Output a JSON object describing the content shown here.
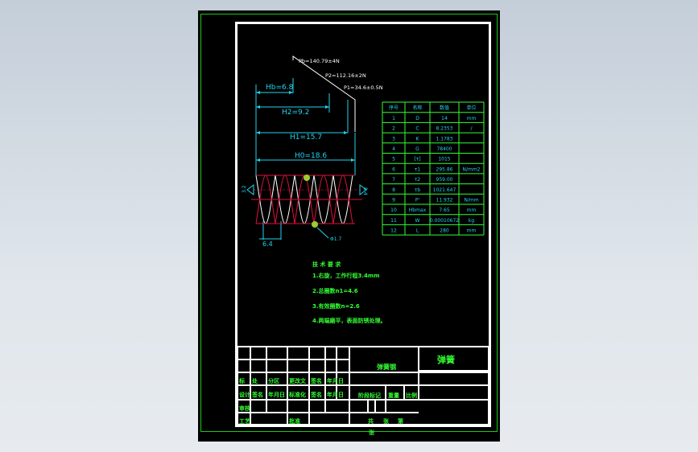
{
  "dimensions": {
    "hb": "Hb=6.8",
    "h2": "H2=9.2",
    "h1": "H1=15.7",
    "h0": "H0=18.6",
    "pb": "Pb=140.79±4N",
    "p2": "P2=112.16±2N",
    "p1": "P1=34.6±0.5N",
    "pitch": "6.4",
    "wire": "Φ1.7",
    "left_end": "3.2",
    "right_end": "8.4"
  },
  "table": {
    "headers": [
      "序号",
      "名称",
      "数值",
      "单位"
    ],
    "rows": [
      [
        "1",
        "D",
        "14",
        "mm"
      ],
      [
        "2",
        "C",
        "8.2353",
        "/"
      ],
      [
        "3",
        "K",
        "1.1783",
        ""
      ],
      [
        "4",
        "G",
        "78400",
        ""
      ],
      [
        "5",
        "[τ]",
        "1015",
        ""
      ],
      [
        "6",
        "τ1",
        "295.86",
        "N/mm2"
      ],
      [
        "7",
        "τ2",
        "959.00",
        ""
      ],
      [
        "8",
        "τb",
        "1021.647",
        ""
      ],
      [
        "9",
        "P'",
        "11.932",
        "N/mm"
      ],
      [
        "10",
        "Hbmax",
        "7.65",
        "mm"
      ],
      [
        "11",
        "W",
        "0.00010672",
        "kg"
      ],
      [
        "12",
        "L",
        "280",
        "mm"
      ]
    ]
  },
  "notes": {
    "title": "技 术 要 求",
    "items": [
      "1.右旋，工作行程3.4mm",
      "2.总圈数n1=4.6",
      "3.有效圈数n=2.6",
      "4.两端磨平，表面防锈处理。"
    ]
  },
  "title_block": {
    "material": "弹簧钢",
    "part_name": "弹簧",
    "left_row1": [
      "标",
      "处",
      "分区",
      "更改文",
      "签名",
      "年月",
      "日"
    ],
    "left_row2": [
      "设计",
      "签名",
      "年月日",
      "标准化",
      "签名",
      "年月日"
    ],
    "left_row3": [
      "审核",
      "",
      "",
      "",
      "",
      ""
    ],
    "left_row4": [
      "工艺",
      "",
      "",
      "批准",
      "",
      ""
    ],
    "stage": [
      "阶段标记",
      "重量",
      "比例"
    ],
    "sheets": [
      "共",
      "张",
      "第",
      "张"
    ]
  }
}
